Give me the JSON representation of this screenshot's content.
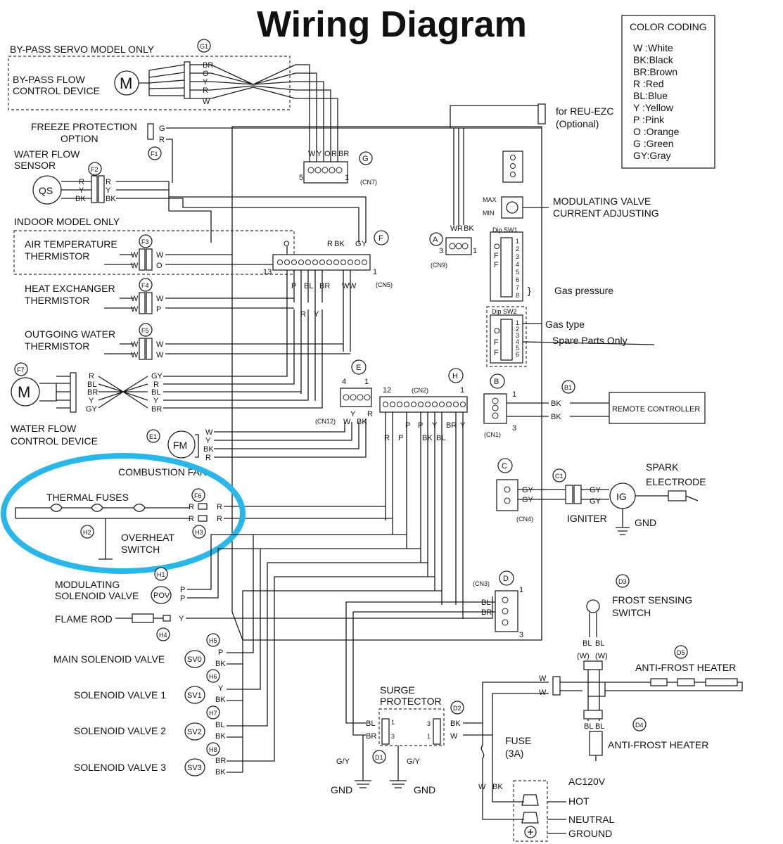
{
  "title": "Wiring Diagram",
  "color_coding": {
    "header": "COLOR CODING",
    "entries": [
      "W :White",
      "BK:Black",
      "BR:Brown",
      "R :Red",
      "BL:Blue",
      "Y :Yellow",
      "P :Pink",
      "O :Orange",
      "G :Green",
      "GY:Gray"
    ]
  },
  "left": {
    "bypass_servo": "BY-PASS SERVO MODEL ONLY",
    "bypass_device_1": "BY-PASS FLOW",
    "bypass_device_2": "CONTROL DEVICE",
    "bypass_wires": [
      "BR",
      "O",
      "Y",
      "R",
      "W"
    ],
    "freeze_1": "FREEZE PROTECTION",
    "freeze_2": "OPTION",
    "freeze_wires": [
      "G",
      "R"
    ],
    "waterflow_sensor_1": "WATER FLOW",
    "waterflow_sensor_2": "SENSOR",
    "sensor_wires": [
      "R",
      "Y",
      "BK"
    ],
    "qs": "QS",
    "indoor": "INDOOR MODEL ONLY",
    "air_temp_1": "AIR TEMPERATURE",
    "air_temp_2": "THERMISTOR",
    "air_wires_in": [
      "W",
      "W"
    ],
    "air_wires_out": [
      "W",
      "O"
    ],
    "heat_ex_1": "HEAT EXCHANGER",
    "heat_ex_2": "THERMISTOR",
    "heat_wires_in": [
      "W",
      "W"
    ],
    "heat_wires_out": [
      "W",
      "P"
    ],
    "outgoing_1": "OUTGOING WATER",
    "outgoing_2": "THERMISTOR",
    "out_wires_in": [
      "W",
      "W"
    ],
    "out_wires_out": [
      "W",
      "W"
    ],
    "motor_wires_in": [
      "R",
      "BL",
      "BR",
      "Y",
      "GY"
    ],
    "motor_wires_out": [
      "GY",
      "R",
      "BL",
      "Y",
      "BR"
    ],
    "waterflow_ctrl_1": "WATER FLOW",
    "waterflow_ctrl_2": "CONTROL DEVICE",
    "fm": "FM",
    "fm_wires": [
      "W",
      "Y",
      "BK",
      "R"
    ],
    "combustion_fan": "COMBUSTION FAN",
    "thermal_fuses": "THERMAL FUSES",
    "fuse_wires": [
      "R",
      "R"
    ],
    "overheat_1": "OVERHEAT",
    "overheat_2": "SWITCH",
    "mod_solenoid_1": "MODULATING",
    "mod_solenoid_2": "SOLENOID VALVE",
    "pov": "POV",
    "pov_wires": [
      "P",
      "P"
    ],
    "flame_rod": "FLAME ROD",
    "flame_wire": "Y",
    "main_solenoid": "MAIN SOLENOID VALVE",
    "sv0": "SV0",
    "sv0_wires": [
      "P",
      "BK"
    ],
    "solenoid1": "SOLENOID VALVE 1",
    "sv1": "SV1",
    "sv1_wires": [
      "Y",
      "BK"
    ],
    "solenoid2": "SOLENOID VALVE 2",
    "sv2": "SV2",
    "sv2_wires": [
      "BL",
      "BK"
    ],
    "solenoid3": "SOLENOID VALVE 3",
    "sv3": "SV3",
    "sv3_wires": [
      "BR",
      "BK"
    ]
  },
  "tags": {
    "G1": "G1",
    "F1": "F1",
    "F2": "F2",
    "F3": "F3",
    "F4": "F4",
    "F5": "F5",
    "F7": "F7",
    "E1": "E1",
    "F6": "F6",
    "H2": "H2",
    "H3": "H3",
    "H1": "H1",
    "H4": "H4",
    "H5": "H5",
    "H6": "H6",
    "H7": "H7",
    "H8": "H8",
    "G": "G",
    "F": "F",
    "E": "E",
    "H": "H",
    "A": "A",
    "B": "B",
    "B1": "B1",
    "C": "C",
    "C1": "C1",
    "D": "D",
    "D1": "D1",
    "D2": "D2",
    "D3": "D3",
    "D4": "D4",
    "D5": "D5"
  },
  "board": {
    "cn7_wires": [
      "W",
      "Y",
      "O",
      "R",
      "BR"
    ],
    "cn7_pins": [
      "5",
      "1"
    ],
    "cn7": "(CN7)",
    "cn5_top": [
      "O",
      "R",
      "BK",
      "G",
      "Y"
    ],
    "cn5_pins": [
      "13",
      "1"
    ],
    "cn5": "(CN5)",
    "cn5_bottom": [
      "P",
      "BL",
      "BR",
      "W",
      "W"
    ],
    "cn5_bottom2": [
      "R",
      "Y"
    ],
    "cn12_pins": [
      "4",
      "1"
    ],
    "cn12": "(CN12)",
    "cn12_wires": [
      "W",
      "Y",
      "BK",
      "R"
    ],
    "cn2_pins": [
      "12",
      "1"
    ],
    "cn2": "(CN2)",
    "cn2_wires": [
      "R",
      "P",
      "P",
      "P",
      "Y",
      "BR",
      "Y"
    ],
    "cn2_wires2": [
      "BK",
      "BL"
    ],
    "cn9_wires": [
      "W",
      "R",
      "BK"
    ],
    "cn9_pins": [
      "3",
      "1"
    ],
    "cn9": "(CN9)",
    "reu": "for REU-EZC",
    "optional": "(Optional)",
    "max": "MAX",
    "min": "MIN",
    "mod_valve_1": "MODULATING VALVE",
    "mod_valve_2": "CURRENT ADJUSTING",
    "dipsw1": "Dip SW1",
    "dipsw2": "Dip SW2",
    "off": [
      "O",
      "F",
      "F"
    ],
    "gas_pressure": "Gas pressure",
    "gas_type": "Gas type",
    "spare": "Spare Parts Only",
    "cn1_pins": [
      "1",
      "3"
    ],
    "cn1": "(CN1)",
    "remote_wires": [
      "BK",
      "BK"
    ],
    "remote": "REMOTE CONTROLLER",
    "spark_1": "SPARK",
    "spark_2": "ELECTRODE",
    "cn4_wires": [
      "GY",
      "GY"
    ],
    "cn4": "(CN4)",
    "ig_wires": [
      "GY",
      "GY"
    ],
    "ig": "IG",
    "igniter": "IGNITER",
    "gnd": "GND",
    "cn3": "(CN3)",
    "cn3_pins": [
      "1",
      "3"
    ],
    "cn3_wires": [
      "BL",
      "BR"
    ]
  },
  "power": {
    "frost_sensing_1": "FROST SENSING",
    "frost_sensing_2": "SWITCH",
    "frost_wires": [
      "BL",
      "BL"
    ],
    "ww": [
      "(W)",
      "(W)"
    ],
    "anti_frost": "ANTI-FROST HEATER",
    "anti_frost_2": "ANTI-FROST HEATER",
    "frost_wires2": [
      "BL",
      "BL"
    ],
    "heater_wires": [
      "W",
      "W"
    ],
    "surge_1": "SURGE",
    "surge_2": "PROTECTOR",
    "surge_wires_in": [
      "BL",
      "BR"
    ],
    "surge_wires_out": [
      "BK",
      "W"
    ],
    "surge_pins_l": [
      "1",
      "3"
    ],
    "surge_pins_r": [
      "3",
      "1"
    ],
    "gy": [
      "G/Y",
      "G/Y"
    ],
    "gnd": [
      "GND",
      "GND"
    ],
    "fuse": "FUSE",
    "fuse_rating": "(3A)",
    "wbk": [
      "W",
      "BK"
    ],
    "ac": "AC120V",
    "hot": "HOT",
    "neutral": "NEUTRAL",
    "ground": "GROUND"
  },
  "colors": {
    "highlight": "#29b6e8",
    "ink": "#1a1a1a"
  }
}
